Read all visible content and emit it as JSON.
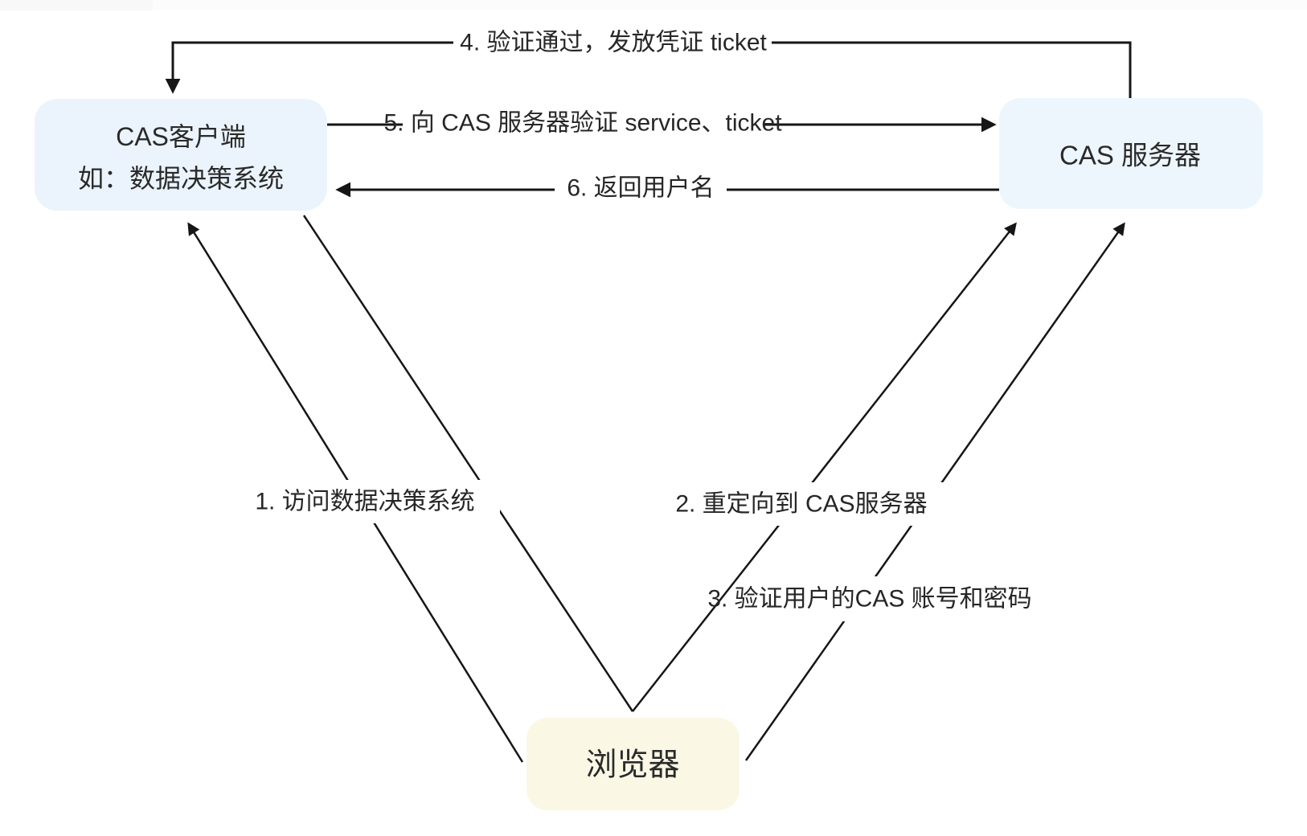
{
  "diagram": {
    "nodes": {
      "cas_client": {
        "line1": "CAS客户端",
        "line2": "如：数据决策系统",
        "fill": "#ebf4fc"
      },
      "cas_server": {
        "label": "CAS 服务器",
        "fill": "#eef6fd"
      },
      "browser": {
        "label": "浏览器",
        "fill": "#fbf7e5"
      }
    },
    "edges": {
      "e1": {
        "label": "1. 访问数据决策系统"
      },
      "e2": {
        "label": "2. 重定向到 CAS服务器"
      },
      "e3": {
        "label": "3. 验证用户的CAS 账号和密码"
      },
      "e4": {
        "label": "4. 验证通过，发放凭证 ticket"
      },
      "e5": {
        "label": "5. 向 CAS 服务器验证 service、ticket"
      },
      "e6": {
        "label": "6. 返回用户名"
      }
    },
    "colors": {
      "line": "#161616",
      "text": "#262626",
      "node_blue": "#ebf4fc",
      "node_yellow": "#fbf7e5"
    }
  }
}
